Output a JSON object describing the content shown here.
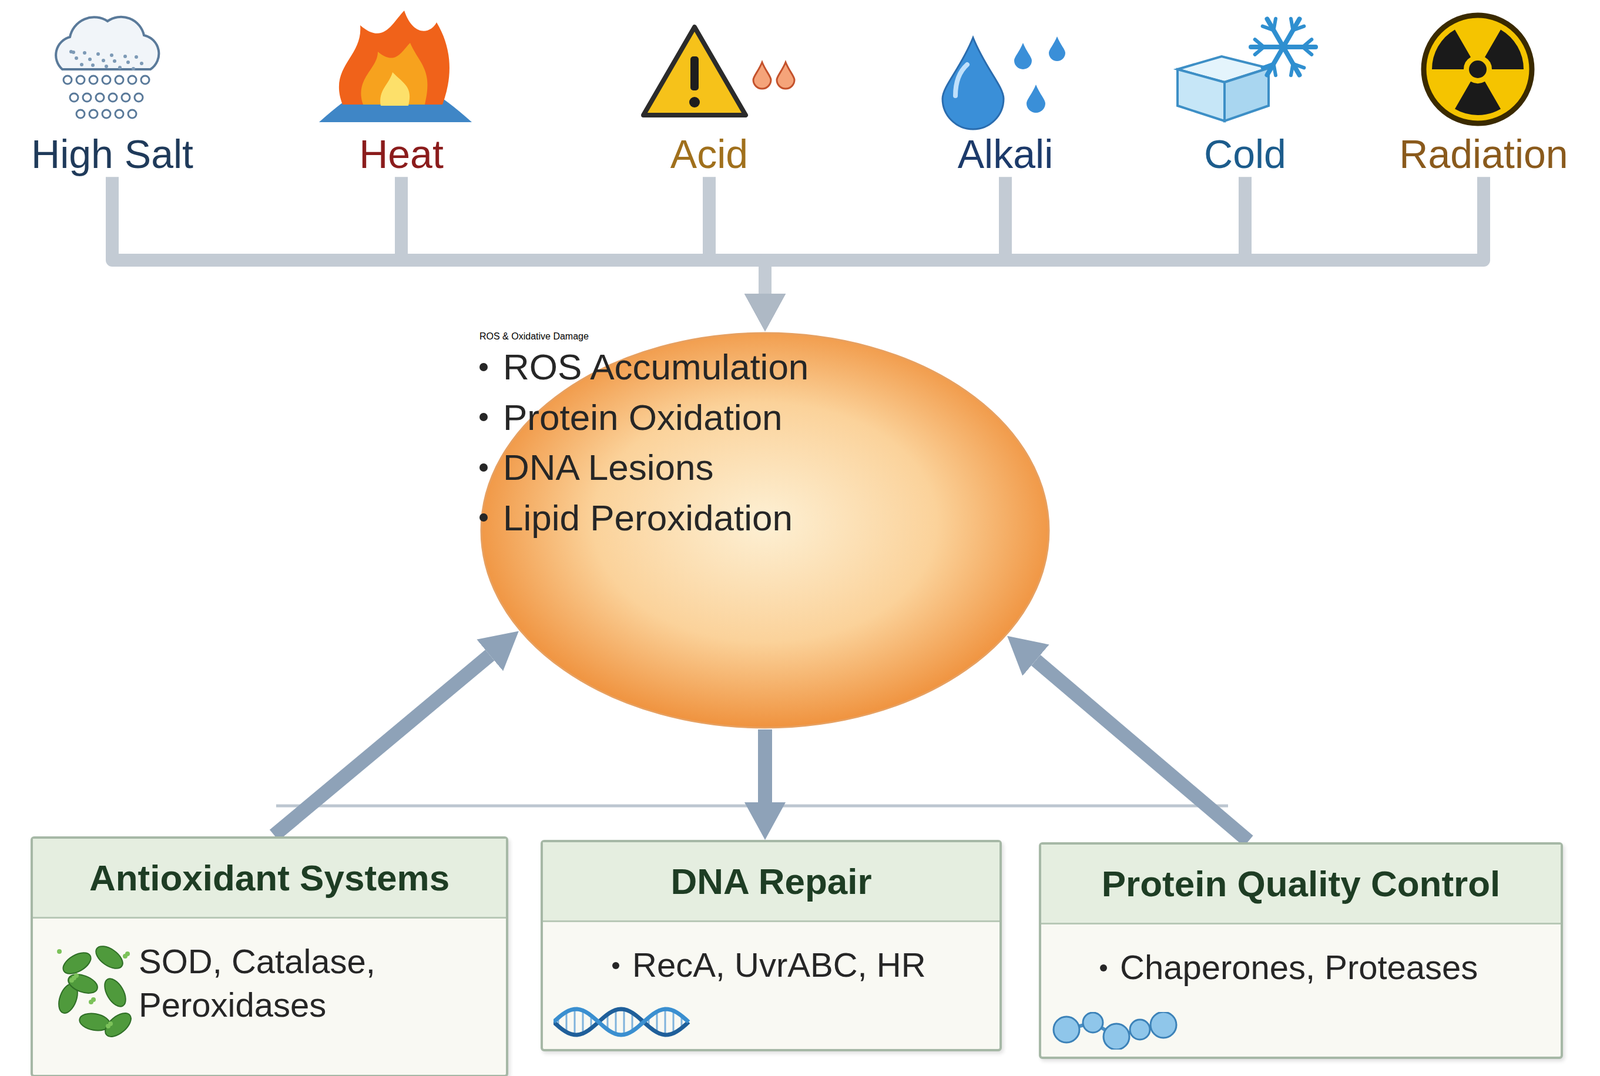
{
  "diagram": {
    "nodes": [
      {
        "text": [
          "High Salt"
        ]
      },
      {
        "text": [
          "Heat"
        ]
      },
      {
        "text": [
          "Acid"
        ]
      },
      {
        "text": [
          "Alkali"
        ]
      },
      {
        "text": [
          "Cold"
        ]
      },
      {
        "text": [
          "Radiation"
        ]
      },
      {
        "text": [
          "ROS & Oxidative Damage",
          "ROS Accumulation",
          "Protein Oxidation",
          "DNA Lesions",
          "Lipid Peroxidation"
        ]
      },
      {
        "text": [
          "Antioxidant Systems",
          "SOD, Catalase, Peroxidases"
        ]
      },
      {
        "text": [
          "DNA Repair",
          "RecA, UvrABC, HR"
        ]
      },
      {
        "text": [
          "Protein Quality Control",
          "Chaperones, Proteases"
        ]
      }
    ],
    "edges": [
      {
        "from": 0,
        "to": 6,
        "arrow": "to"
      },
      {
        "from": 1,
        "to": 6,
        "arrow": "to"
      },
      {
        "from": 2,
        "to": 6,
        "arrow": "to"
      },
      {
        "from": 3,
        "to": 6,
        "arrow": "to"
      },
      {
        "from": 4,
        "to": 6,
        "arrow": "to"
      },
      {
        "from": 5,
        "to": 6,
        "arrow": "to"
      },
      {
        "from": 7,
        "to": 6,
        "arrow": "to"
      },
      {
        "from": 6,
        "to": 8,
        "arrow": "to"
      },
      {
        "from": 9,
        "to": 6,
        "arrow": "to"
      }
    ]
  }
}
